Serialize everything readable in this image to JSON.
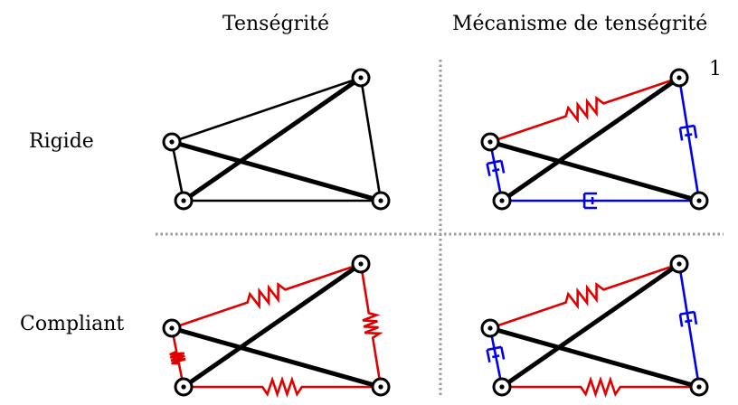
{
  "headers": {
    "col_tensegrity": "Tenségrité",
    "col_mechanism": "Mécanisme de tenségrité"
  },
  "rows": {
    "rigid": "Rigide",
    "compliant": "Compliant"
  },
  "tag": "1",
  "colors": {
    "bar": "#000000",
    "spring": "#e00000",
    "slider": "#0000ee",
    "divider": "#9a9a9a"
  }
}
